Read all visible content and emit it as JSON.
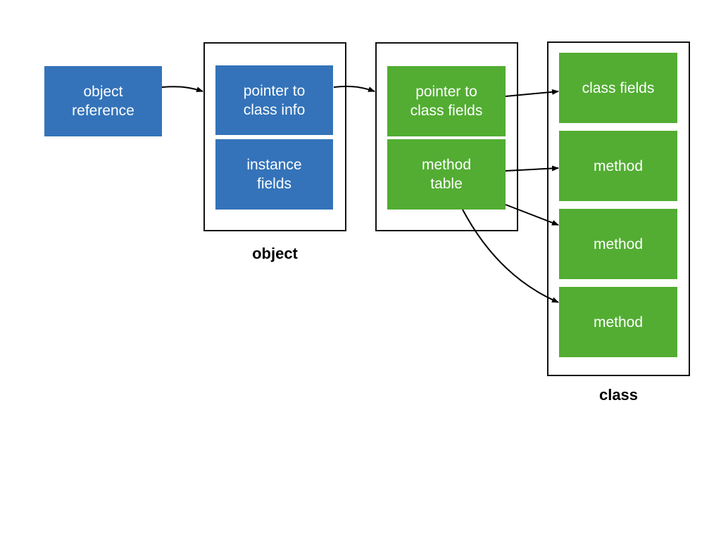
{
  "colors": {
    "object_box": "#3473b9",
    "class_box": "#52ad32",
    "border": "#111111",
    "arrow": "#000000"
  },
  "reference": {
    "label": "object\nreference"
  },
  "object": {
    "caption": "object",
    "header_label": "pointer to\nclass info",
    "fields_label": "instance\nfields"
  },
  "class_info": {
    "fields_pointer_label": "pointer to\nclass fields",
    "method_table_label": "method\ntable"
  },
  "class": {
    "caption": "class",
    "fields_label": "class fields",
    "methods": [
      {
        "label": "method"
      },
      {
        "label": "method"
      },
      {
        "label": "method"
      }
    ]
  }
}
